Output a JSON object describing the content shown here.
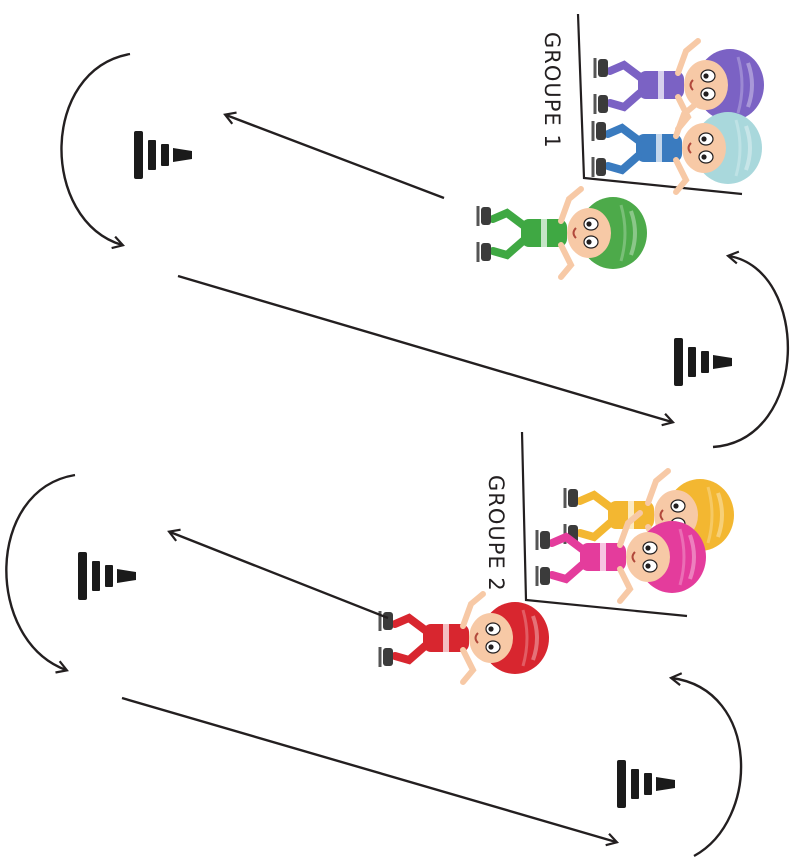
{
  "groups": [
    {
      "label": "GROUPE 1",
      "helmets": [
        "#7b62c4",
        "#a9d8dc"
      ]
    },
    {
      "label": "GROUPE 2",
      "helmets": [
        "#f3b731",
        "#e43c9c"
      ]
    }
  ],
  "runners": [
    {
      "group": "GROUPE 1",
      "helmet": "#4daa4a",
      "jersey": "#3fa843"
    },
    {
      "group": "GROUPE 2",
      "helmet": "#d8262f",
      "jersey": "#d8262f"
    }
  ],
  "colors": {
    "line": "#231f20",
    "cone": "#1a1a1a",
    "skin": "#f7c9a6"
  },
  "icons": [
    "cone-icon",
    "curved-arrow-icon",
    "straight-arrow-icon",
    "skater-icon"
  ]
}
